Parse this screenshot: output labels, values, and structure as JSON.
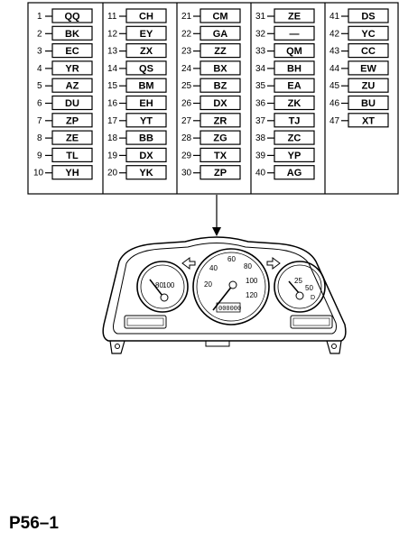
{
  "columns": [
    [
      {
        "num": "1",
        "code": "QQ"
      },
      {
        "num": "2",
        "code": "BK"
      },
      {
        "num": "3",
        "code": "EC"
      },
      {
        "num": "4",
        "code": "YR"
      },
      {
        "num": "5",
        "code": "AZ"
      },
      {
        "num": "6",
        "code": "DU"
      },
      {
        "num": "7",
        "code": "ZP"
      },
      {
        "num": "8",
        "code": "ZE"
      },
      {
        "num": "9",
        "code": "TL"
      },
      {
        "num": "10",
        "code": "YH"
      }
    ],
    [
      {
        "num": "11",
        "code": "CH"
      },
      {
        "num": "12",
        "code": "EY"
      },
      {
        "num": "13",
        "code": "ZX"
      },
      {
        "num": "14",
        "code": "QS"
      },
      {
        "num": "15",
        "code": "BM"
      },
      {
        "num": "16",
        "code": "EH"
      },
      {
        "num": "17",
        "code": "YT"
      },
      {
        "num": "18",
        "code": "BB"
      },
      {
        "num": "19",
        "code": "DX"
      },
      {
        "num": "20",
        "code": "YK"
      }
    ],
    [
      {
        "num": "21",
        "code": "CM"
      },
      {
        "num": "22",
        "code": "GA"
      },
      {
        "num": "23",
        "code": "ZZ"
      },
      {
        "num": "24",
        "code": "BX"
      },
      {
        "num": "25",
        "code": "BZ"
      },
      {
        "num": "26",
        "code": "DX"
      },
      {
        "num": "27",
        "code": "ZR"
      },
      {
        "num": "28",
        "code": "ZG"
      },
      {
        "num": "29",
        "code": "TX"
      },
      {
        "num": "30",
        "code": "ZP"
      }
    ],
    [
      {
        "num": "31",
        "code": "ZE"
      },
      {
        "num": "32",
        "code": "—"
      },
      {
        "num": "33",
        "code": "QM"
      },
      {
        "num": "34",
        "code": "BH"
      },
      {
        "num": "35",
        "code": "EA"
      },
      {
        "num": "36",
        "code": "ZK"
      },
      {
        "num": "37",
        "code": "TJ"
      },
      {
        "num": "38",
        "code": "ZC"
      },
      {
        "num": "39",
        "code": "YP"
      },
      {
        "num": "40",
        "code": "AG"
      }
    ],
    [
      {
        "num": "41",
        "code": "DS"
      },
      {
        "num": "42",
        "code": "YC"
      },
      {
        "num": "43",
        "code": "CC"
      },
      {
        "num": "44",
        "code": "EW"
      },
      {
        "num": "45",
        "code": "ZU"
      },
      {
        "num": "46",
        "code": "BU"
      },
      {
        "num": "47",
        "code": "XT"
      }
    ]
  ],
  "gauges": {
    "left_ticks": [
      "80",
      "100"
    ],
    "speedo_ticks": [
      "20",
      "40",
      "60",
      "80",
      "100",
      "120"
    ],
    "right_ticks": [
      "25",
      "50"
    ],
    "right_unit": "D",
    "odometer": "000000"
  },
  "page_label": "P56–1"
}
